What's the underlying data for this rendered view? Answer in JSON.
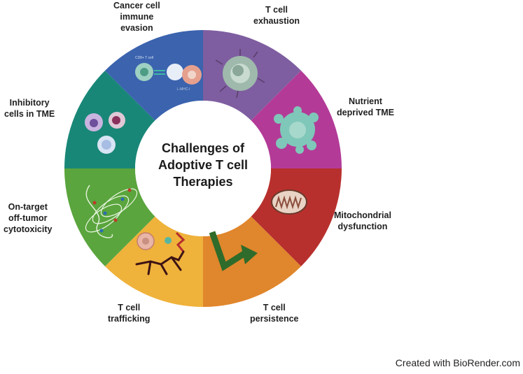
{
  "center_title": [
    "Challenges of",
    "Adoptive T cell",
    "Therapies"
  ],
  "segments": [
    {
      "id": "t-cell-exhaustion",
      "label": [
        "T cell",
        "exhaustion"
      ],
      "color": "#7e5ea0"
    },
    {
      "id": "nutrient-deprived-tme",
      "label": [
        "Nutrient",
        "deprived TME"
      ],
      "color": "#b33b97"
    },
    {
      "id": "mitochondrial-dysfunction",
      "label": [
        "Mitochondrial",
        "dysfunction"
      ],
      "color": "#b8302d"
    },
    {
      "id": "t-cell-persistence",
      "label": [
        "T cell",
        "persistence"
      ],
      "color": "#e0862c"
    },
    {
      "id": "t-cell-trafficking",
      "label": [
        "T cell",
        "trafficking"
      ],
      "color": "#efb23b"
    },
    {
      "id": "on-target-off-tumor-cytotoxicity",
      "label": [
        "On-target",
        "off-tumor",
        "cytotoxicity"
      ],
      "color": "#5aa53d"
    },
    {
      "id": "inhibitory-cells-in-tme",
      "label": [
        "Inhibitory",
        "cells in TME"
      ],
      "color": "#198777"
    },
    {
      "id": "cancer-cell-immune-evasion",
      "label": [
        "Cancer cell",
        "immune",
        "evasion"
      ],
      "color": "#3b63ae"
    }
  ],
  "mini_labels": {
    "cd8": "CD8+ T cell",
    "mhc": "L-MHC-I"
  },
  "credit": "Created with BioRender.com"
}
